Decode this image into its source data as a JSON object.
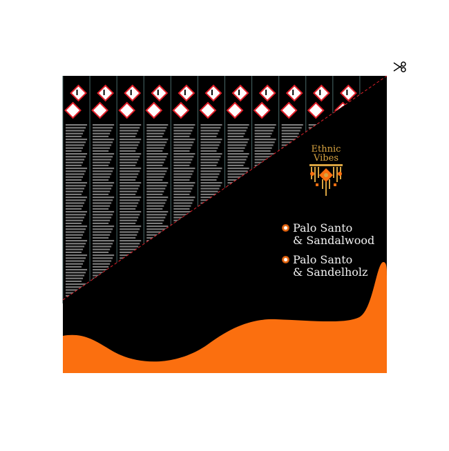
{
  "brand": {
    "line1": "Ethnic",
    "line2": "Vibes"
  },
  "products": [
    {
      "line1": "Palo Santo",
      "line2": "& Sandalwood"
    },
    {
      "line1": "Palo Santo",
      "line2": "& Sandelholz"
    }
  ],
  "colors": {
    "background": "#000000",
    "accent": "#fb6f0f",
    "brand": "#d9a441",
    "cut_line": "#e0202a"
  },
  "icons": [
    "scissors-icon",
    "hazard-exclamation-icon",
    "hazard-health-icon",
    "flower-icon"
  ],
  "columns": 12
}
